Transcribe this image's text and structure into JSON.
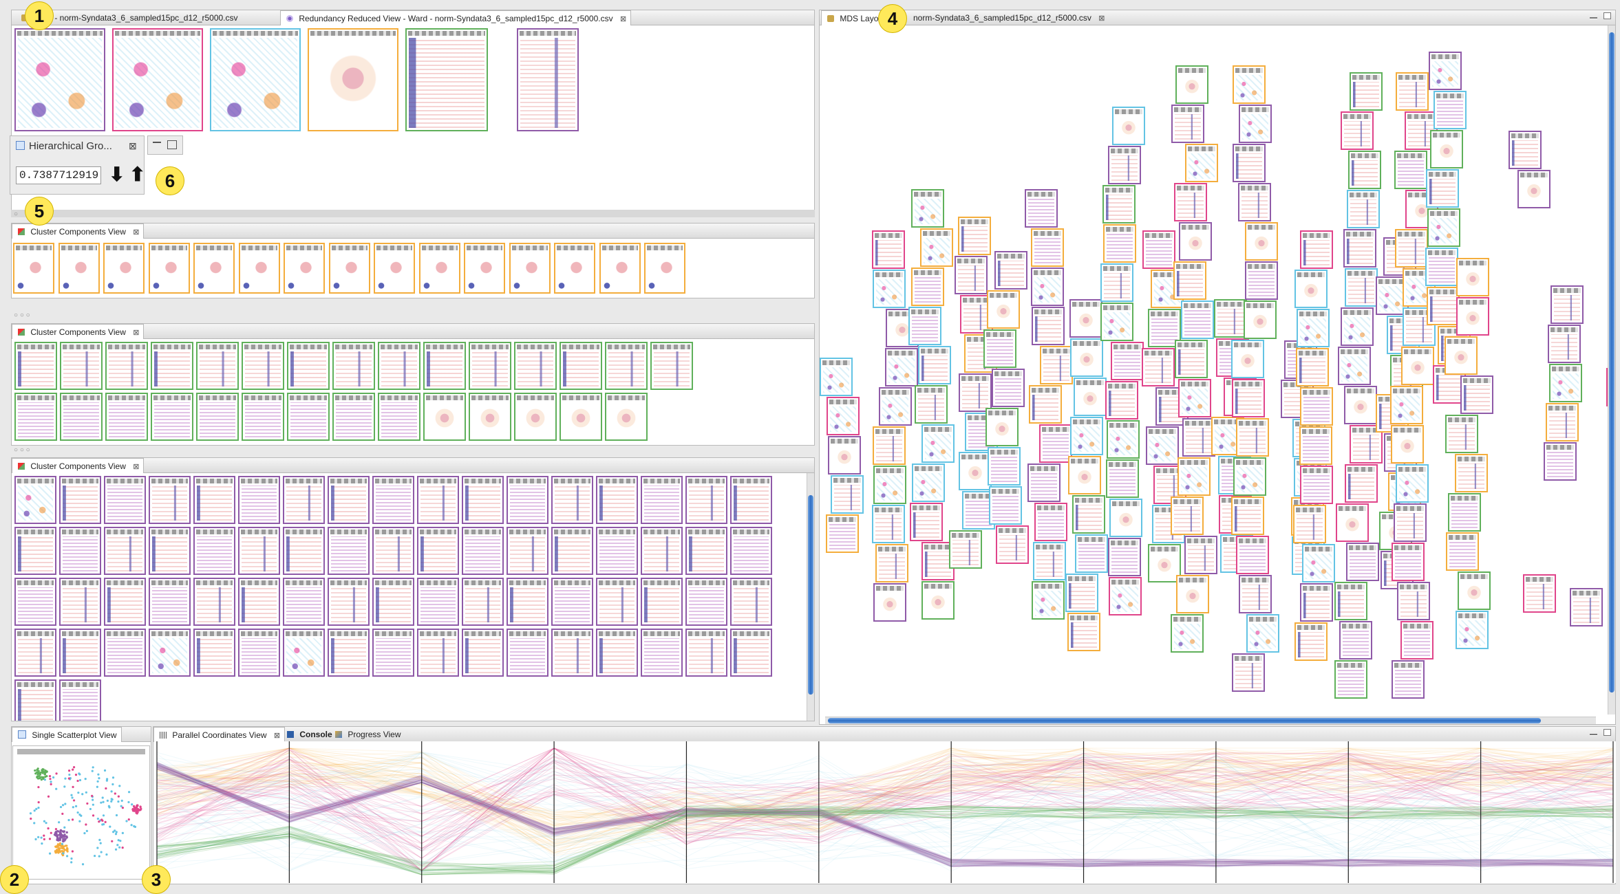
{
  "badges": [
    "1",
    "2",
    "3",
    "4",
    "5",
    "6"
  ],
  "top_left": {
    "tabs": [
      {
        "label": "MDS - norm-Syndata3_6_sampled15pc_d12_r5000.csv",
        "icon": "mds-icon"
      },
      {
        "label": "Redundancy Reduced View - Ward - norm-Syndata3_6_sampled15pc_d12_r5000.csv",
        "icon": "network-icon",
        "close": "⊠"
      }
    ],
    "thumb_colors": [
      "#8f5aa8",
      "#e0448a",
      "#62c3e4",
      "#f4ad3c",
      "#5fb05a",
      "#8f5aa8"
    ]
  },
  "hierarchical": {
    "title": "Hierarchical Gro...",
    "close": "⊠",
    "value": "0.7387712919",
    "down_arrow": "⬇",
    "up_arrow": "⬆"
  },
  "cluster_view_1": {
    "label": "Cluster Components View",
    "close": "⊠",
    "border_color": "#f4ad3c",
    "count": 15
  },
  "cluster_view_2": {
    "label": "Cluster Components View",
    "close": "⊠",
    "border_color": "#5fb05a",
    "row1": 15,
    "row2": 14
  },
  "cluster_view_3": {
    "label": "Cluster Components View",
    "close": "⊠",
    "border_color": "#8f5aa8",
    "rows": [
      17,
      17,
      17,
      17,
      2
    ]
  },
  "mds_layout": {
    "tab": {
      "label": "MDS Layout",
      "icon": "mds-icon"
    },
    "tab2": {
      "label": "norm-Syndata3_6_sampled15pc_d12_r5000.csv",
      "close": "⊠"
    }
  },
  "bottom": {
    "single_scatter": {
      "label": "Single Scatterplot View"
    },
    "tabs": [
      {
        "label": "Parallel Coordinates View",
        "close": "⊠"
      },
      {
        "label": "Console"
      },
      {
        "label": "Progress View"
      }
    ],
    "axes_count": 11
  },
  "colors": {
    "purple": "#8f5aa8",
    "pink": "#e0448a",
    "cyan": "#62c3e4",
    "orange": "#f4ad3c",
    "green": "#5fb05a",
    "accent_blue": "#2f6fc4"
  }
}
